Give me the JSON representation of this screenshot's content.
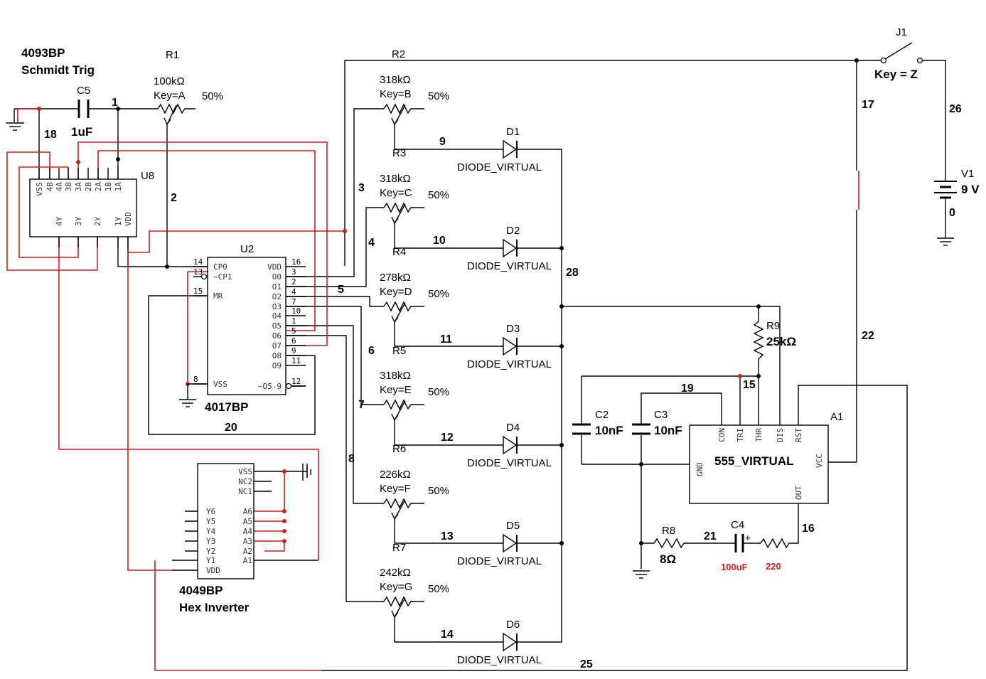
{
  "components": {
    "u8": {
      "ref": "U8",
      "part": "4093BP",
      "desc": "Schmidt Trig",
      "pins_top": [
        "VSS",
        "4B",
        "4A",
        "3B",
        "3A",
        "2B",
        "2A",
        "1B",
        "1A"
      ],
      "pins_bottom": [
        "4Y",
        "3Y",
        "2Y",
        "1Y",
        "VDD"
      ]
    },
    "u2": {
      "ref": "U2",
      "part": "4017BP",
      "left_pins": [
        "CP0",
        "~CP1",
        "MR",
        "VSS"
      ],
      "left_nums": [
        "14",
        "13",
        "15",
        "8"
      ],
      "right_pins": [
        "VDD",
        "O0",
        "O1",
        "O2",
        "O3",
        "O4",
        "O5",
        "O6",
        "O7",
        "O8",
        "O9",
        "~O5-9"
      ],
      "right_nums": [
        "16",
        "3",
        "2",
        "4",
        "7",
        "10",
        "1",
        "5",
        "6",
        "9",
        "11",
        "12"
      ]
    },
    "u_inv": {
      "part": "4049BP",
      "desc": "Hex Inverter",
      "left_pins": [
        "Y6",
        "Y5",
        "Y4",
        "Y3",
        "Y2",
        "Y1",
        "VDD"
      ],
      "right_pins": [
        "VSS",
        "NC2",
        "NC1",
        "A6",
        "A5",
        "A4",
        "A3",
        "A2",
        "A1"
      ]
    },
    "a1": {
      "ref": "A1",
      "part": "555_VIRTUAL",
      "top_pins": [
        "CON",
        "TRI",
        "THR",
        "DIS",
        "RST"
      ],
      "gnd": "GND",
      "vcc": "VCC",
      "out": "OUT"
    },
    "r1": {
      "ref": "R1",
      "value": "100kΩ",
      "key": "Key=A",
      "pct": "50%"
    },
    "r2": {
      "ref": "R2"
    },
    "pots": [
      {
        "ref": "R3",
        "value": "318kΩ",
        "key": "Key=B",
        "pct": "50%"
      },
      {
        "ref": "R4",
        "value": "318kΩ",
        "key": "Key=C",
        "pct": "50%"
      },
      {
        "ref": "R5",
        "value": "278kΩ",
        "key": "Key=D",
        "pct": "50%"
      },
      {
        "ref": "R6",
        "value": "318kΩ",
        "key": "Key=E",
        "pct": "50%"
      },
      {
        "ref": "R7",
        "value": "226kΩ",
        "key": "Key=F",
        "pct": "50%"
      },
      {
        "ref": "",
        "value": "242kΩ",
        "key": "Key=G",
        "pct": "50%"
      }
    ],
    "diodes": [
      {
        "ref": "D1",
        "part": "DIODE_VIRTUAL"
      },
      {
        "ref": "D2",
        "part": "DIODE_VIRTUAL"
      },
      {
        "ref": "D3",
        "part": "DIODE_VIRTUAL"
      },
      {
        "ref": "D4",
        "part": "DIODE_VIRTUAL"
      },
      {
        "ref": "D5",
        "part": "DIODE_VIRTUAL"
      },
      {
        "ref": "D6",
        "part": "DIODE_VIRTUAL"
      }
    ],
    "c5": {
      "ref": "C5",
      "value": "1uF"
    },
    "c2": {
      "ref": "C2",
      "value": "10nF"
    },
    "c3": {
      "ref": "C3",
      "value": "10nF"
    },
    "c4": {
      "ref": "C4",
      "value": "100uF",
      "polarity": "+"
    },
    "r8": {
      "ref": "R8",
      "value": "8Ω"
    },
    "r9": {
      "ref": "R9",
      "value": "25kΩ"
    },
    "r_out": {
      "value": "220"
    },
    "j1": {
      "ref": "J1",
      "key": "Key = Z"
    },
    "v1": {
      "ref": "V1",
      "value": "9 V"
    }
  },
  "nets": {
    "n0": "0",
    "n1": "1",
    "n2": "2",
    "n3": "3",
    "n4": "4",
    "n5": "5",
    "n6": "6",
    "n7": "7",
    "n8": "8",
    "n9": "9",
    "n10": "10",
    "n11": "11",
    "n12": "12",
    "n13": "13",
    "n14": "14",
    "n15": "15",
    "n16": "16",
    "n17": "17",
    "n18": "18",
    "n19": "19",
    "n20": "20",
    "n21": "21",
    "n22": "22",
    "n25": "25",
    "n26": "26",
    "n28": "28"
  },
  "colors": {
    "wire": "#000000",
    "highlight_wire": "#cc1f1f",
    "highlight_text": "#cc1f1f"
  }
}
